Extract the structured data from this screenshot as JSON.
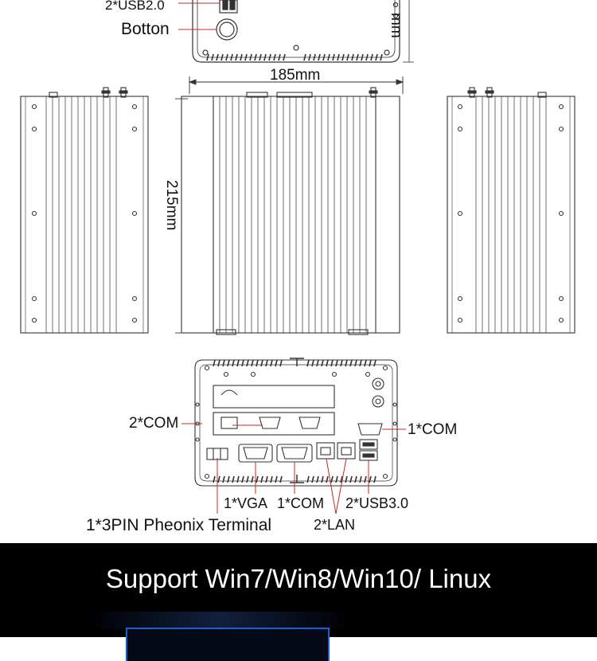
{
  "labels": {
    "usb20": "2*USB2.0",
    "button": "Botton",
    "width": "185mm",
    "depth": "215mm",
    "height_partial": "mm",
    "com_left": "2*COM",
    "com_right": "1*COM",
    "vga": "1*VGA",
    "com_bottom": "1*COM",
    "usb30": "2*USB3.0",
    "terminal": "1*3PIN Pheonix Terminal",
    "lan": "2*LAN"
  },
  "banner": {
    "text": "Support Win7/Win8/Win10/ Linux"
  },
  "colors": {
    "line": "#333333",
    "leader": "#c62828",
    "banner_bg": "#000000",
    "banner_text": "#ffffff",
    "screen_border": "#1f5fc8"
  }
}
